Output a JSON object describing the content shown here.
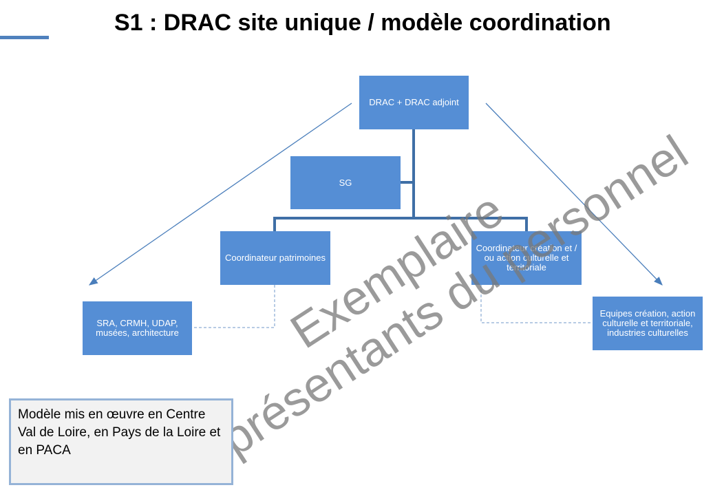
{
  "title": "S1 : DRAC site unique / modèle coordination",
  "colors": {
    "box_fill": "#558ed5",
    "connector": "#3f6fa6",
    "arrow": "#4a7ebb",
    "accent": "#4f81bd"
  },
  "nodes": {
    "drac": "DRAC + DRAC adjoint",
    "sg": "SG",
    "coord_patrimoines": "Coordinateur patrimoines",
    "coord_creation": "Coordinateur création et / ou action culturelle et territoriale",
    "sra": "SRA, CRMH, UDAP, musées, architecture",
    "equipes": "Equipes création, action culturelle et territoriale, industries culturelles"
  },
  "watermark": {
    "line1": "Exemplaire",
    "line2": "représentants du personnel"
  },
  "note": "Modèle mis en œuvre en Centre Val de Loire, en Pays de la Loire et en PACA"
}
